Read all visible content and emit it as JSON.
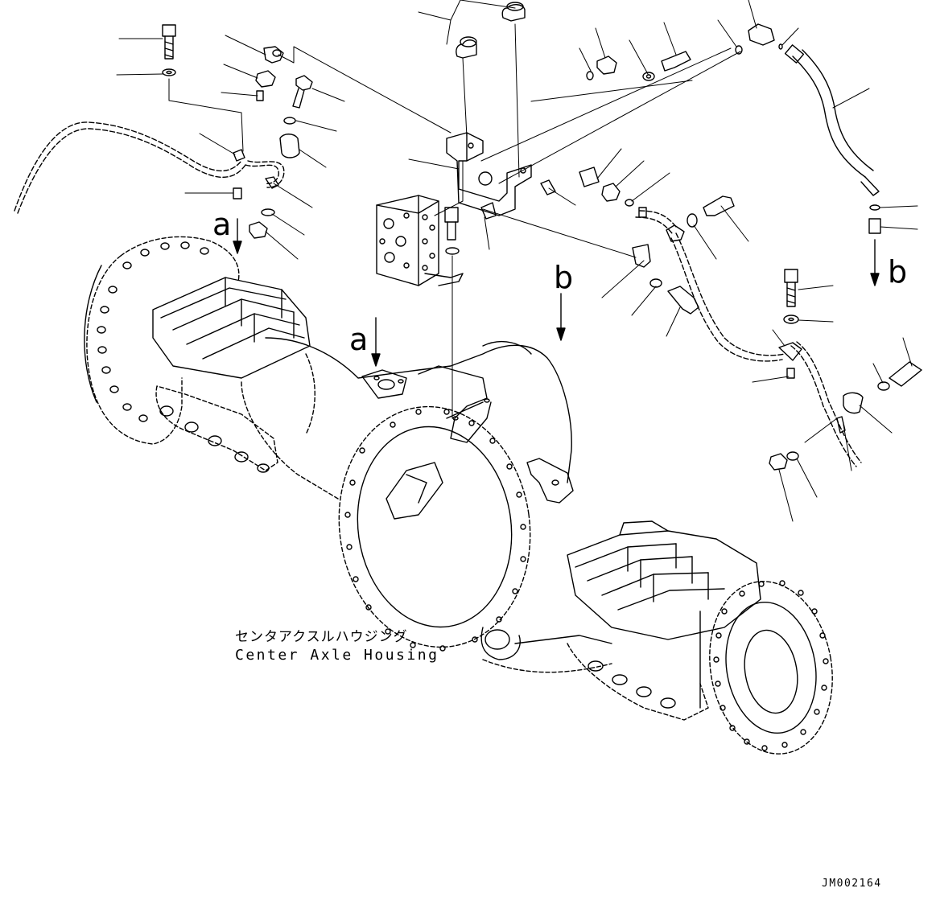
{
  "diagram": {
    "caption_jp": "センタアクスルハウジング",
    "caption_en": "Center Axle Housing",
    "drawing_code": "JM002164",
    "view_markers": {
      "a_upper": "a",
      "a_lower": "a",
      "b_upper": "b",
      "b_lower": "b"
    }
  },
  "colors": {
    "ink": "#000000",
    "background": "#ffffff"
  }
}
